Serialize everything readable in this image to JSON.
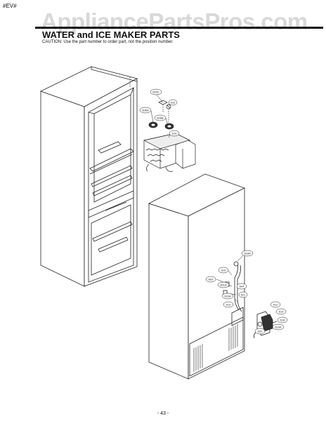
{
  "document": {
    "model_tag": "#EV#",
    "watermark": "AppliancePartsPros.com",
    "title": "WATER and ICE MAKER PARTS",
    "caution": "CAUTION: Use the part number to order part, not the position number.",
    "page_number": "- 43 -"
  },
  "callouts": {
    "c1": "604C",
    "c2": "606A",
    "c3": "616",
    "c4": "606B",
    "c5": "619",
    "c6": "618A",
    "c7": "619",
    "c8": "603",
    "c9": "601A",
    "c10": "604",
    "c11": "620A",
    "c12": "621",
    "c13": "613",
    "c14": "612",
    "c15": "619",
    "c16": "618",
    "c17": "619A",
    "c18": "620"
  }
}
